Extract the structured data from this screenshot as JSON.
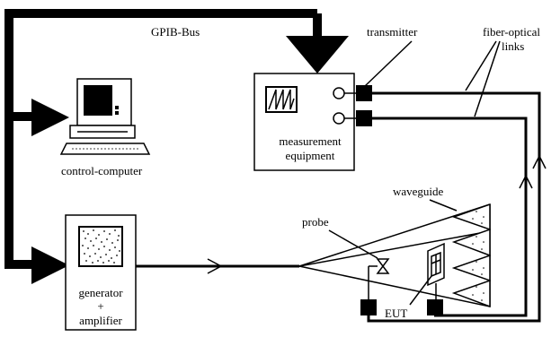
{
  "labels": {
    "gpib_bus": "GPIB-Bus",
    "transmitter": "transmitter",
    "fiber_optical_1": "fiber-optical",
    "fiber_optical_2": "links",
    "measurement_1": "measurement",
    "measurement_2": "equipment",
    "control_computer": "control-computer",
    "waveguide": "waveguide",
    "probe": "probe",
    "generator": "generator",
    "plus": "+",
    "amplifier": "amplifier",
    "eut": "EUT"
  },
  "colors": {
    "line": "#000000",
    "background": "#ffffff"
  }
}
